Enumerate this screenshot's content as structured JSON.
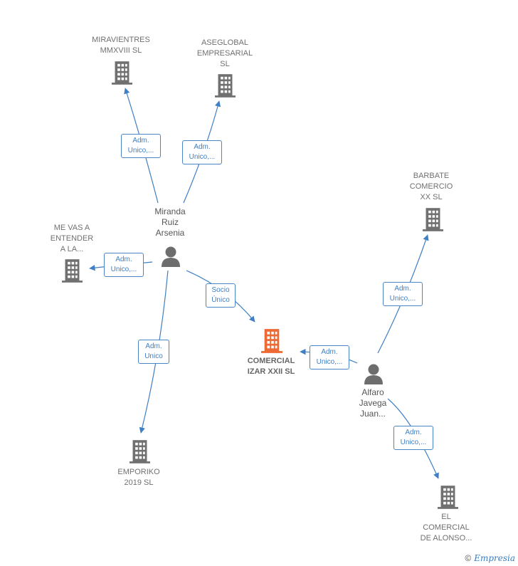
{
  "colors": {
    "edge": "#3f7fc4",
    "company": "#707070",
    "focus_company": "#ee6a35",
    "person": "#6d6d6d"
  },
  "nodes": {
    "miravientres": {
      "label": "MIRAVIENTRES\nMMXVIII  SL",
      "icon": "building-icon"
    },
    "aseglobal": {
      "label": "ASEGLOBAL\nEMPRESARIAL\nSL",
      "icon": "building-icon"
    },
    "barbate": {
      "label": "BARBATE\nCOMERCIO\nXX  SL",
      "icon": "building-icon"
    },
    "mevas": {
      "label": "ME VAS A\nENTENDER\nA LA...",
      "icon": "building-icon"
    },
    "miranda": {
      "label": "Miranda\nRuiz\nArsenia",
      "icon": "person-icon"
    },
    "comercial_izar": {
      "label": "COMERCIAL\nIZAR XXII  SL",
      "icon": "building-icon"
    },
    "alfaro": {
      "label": "Alfaro\nJavega\nJuan...",
      "icon": "person-icon"
    },
    "emporiko": {
      "label": "EMPORIKO\n2019  SL",
      "icon": "building-icon"
    },
    "el_comercial": {
      "label": "EL\nCOMERCIAL\nDE ALONSO...",
      "icon": "building-icon"
    }
  },
  "edges": {
    "miranda_miravientres": {
      "label": "Adm.\nUnico,..."
    },
    "miranda_aseglobal": {
      "label": "Adm.\nUnico,..."
    },
    "miranda_mevas": {
      "label": "Adm.\nUnico,..."
    },
    "miranda_emporiko": {
      "label": "Adm.\nUnico"
    },
    "miranda_izar": {
      "label": "Socio\nÚnico"
    },
    "alfaro_izar": {
      "label": "Adm.\nUnico,..."
    },
    "alfaro_barbate": {
      "label": "Adm.\nUnico,..."
    },
    "alfaro_elcomercial": {
      "label": "Adm.\nUnico,..."
    }
  },
  "footer": {
    "copyright": "©",
    "brand": "Empresia"
  }
}
